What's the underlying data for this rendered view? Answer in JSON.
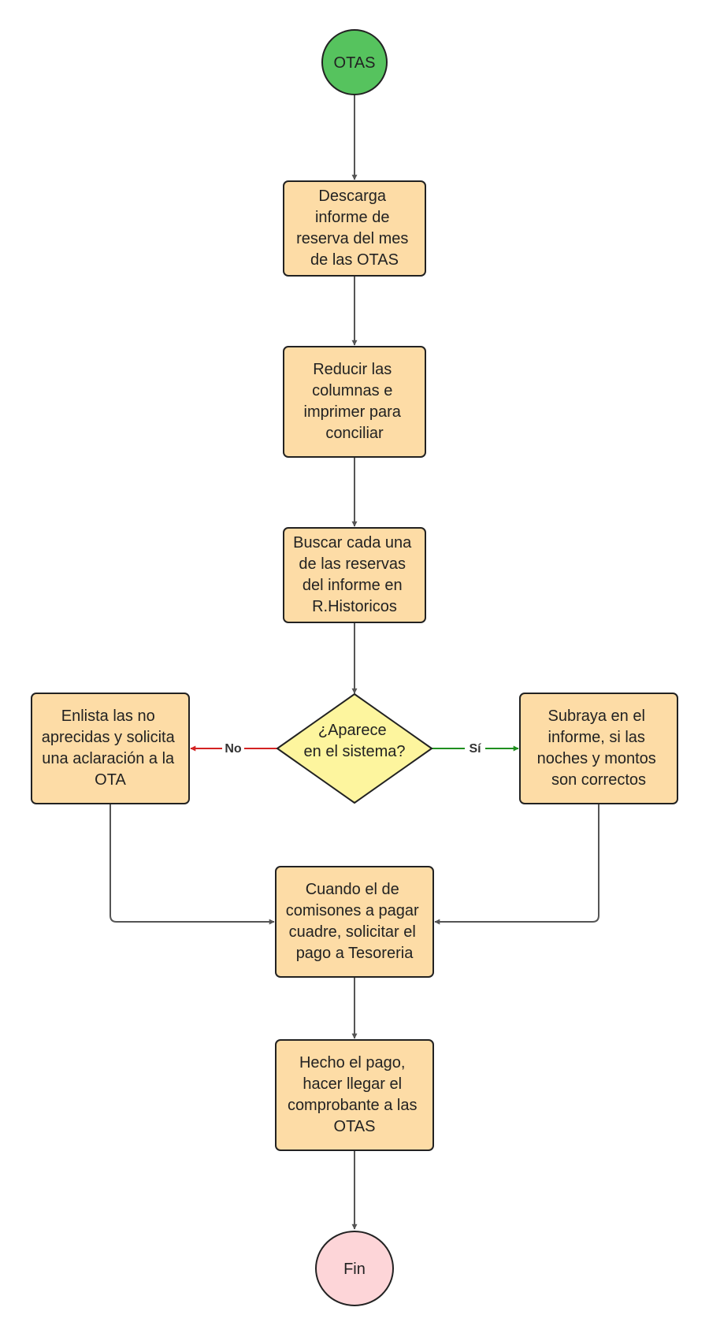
{
  "colors": {
    "start": "#56c35e",
    "process": "#fddca6",
    "decision": "#fdf59e",
    "end": "#fdd5d8",
    "stroke": "#222222",
    "connector": "#555555",
    "no_branch": "#d32222",
    "yes_branch": "#1f8f1f"
  },
  "nodes": {
    "start": {
      "label": "OTAS"
    },
    "download": {
      "lines": [
        "Descarga",
        "informe de",
        "reserva del mes",
        "de las OTAS"
      ]
    },
    "reduce": {
      "lines": [
        "Reducir las",
        "columnas e",
        "imprimer para",
        "conciliar"
      ]
    },
    "search": {
      "lines": [
        "Buscar cada una",
        "de las reservas",
        "del informe en",
        "R.Historicos"
      ]
    },
    "decision": {
      "lines": [
        "¿Aparece",
        "en el sistema?"
      ]
    },
    "list_missing": {
      "lines": [
        "Enlista las no",
        "aprecidas y solicita",
        "una aclaración a la",
        "OTA"
      ]
    },
    "underline": {
      "lines": [
        "Subraya en el",
        "informe, si las",
        "noches y montos",
        "son correctos"
      ]
    },
    "request_payment": {
      "lines": [
        "Cuando el de",
        "comisones a pagar",
        "cuadre, solicitar el",
        "pago a Tesoreria"
      ]
    },
    "send_receipt": {
      "lines": [
        "Hecho el pago,",
        "hacer llegar el",
        "comprobante a las",
        "OTAS"
      ]
    },
    "end": {
      "label": "Fin"
    }
  },
  "edges": {
    "no_label": "No",
    "yes_label": "Sí"
  }
}
